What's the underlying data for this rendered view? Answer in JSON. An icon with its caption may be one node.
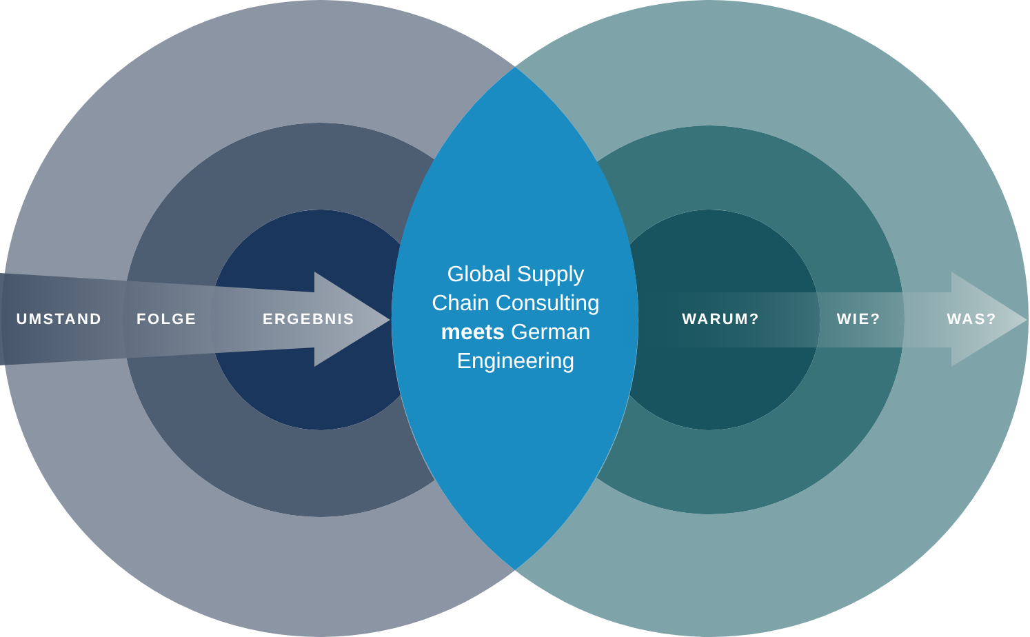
{
  "diagram": {
    "nodes": [
      {
        "text": [
          "UMSTAND"
        ]
      },
      {
        "text": [
          "FOLGE"
        ],
        "in": 0
      },
      {
        "text": [
          "ERGEBNIS"
        ],
        "in": 1
      },
      {
        "text": [
          "Global Supply Chain Consulting **meets** German Engineering"
        ]
      },
      {
        "text": [
          "WAS?"
        ]
      },
      {
        "text": [
          "WIE?"
        ],
        "in": 4
      },
      {
        "text": [
          "WARUM?"
        ],
        "in": 5
      }
    ]
  }
}
